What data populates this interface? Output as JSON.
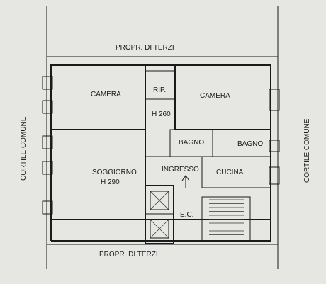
{
  "labels": {
    "top_neighbor": "PROPR. DI TERZI",
    "bottom_neighbor": "PROPR. DI TERZI",
    "left_courtyard": "CORTILE COMUNE",
    "right_courtyard": "CORTILE COMUNE",
    "camera_left": "CAMERA",
    "camera_right": "CAMERA",
    "rip": "RIP.",
    "h260": "H 260",
    "bagno_left": "BAGNO",
    "bagno_right": "BAGNO",
    "ingresso": "INGRESSO",
    "cucina": "CUCINA",
    "soggiorno": "SOGGIORNO",
    "h290": "H 290",
    "ec": "E.C."
  }
}
